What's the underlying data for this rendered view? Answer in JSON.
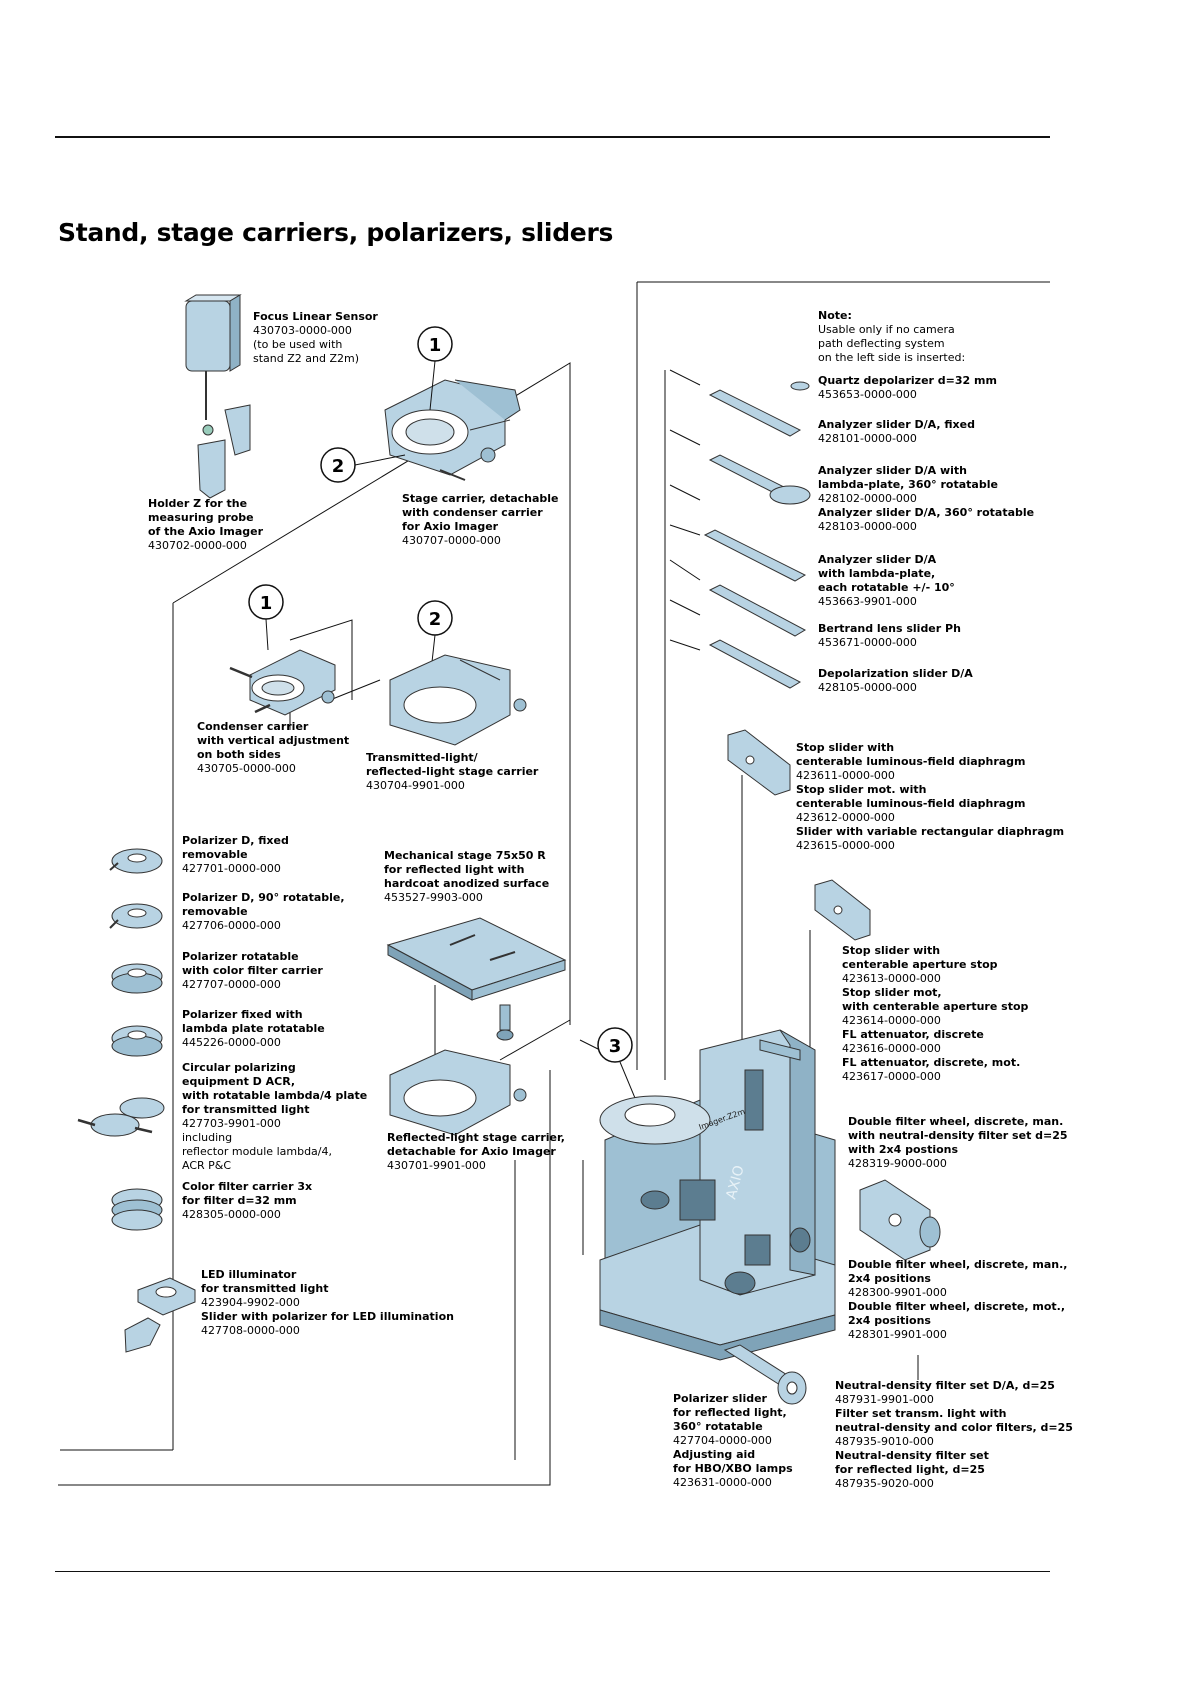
{
  "title": "Stand, stage carriers, polarizers, sliders",
  "colors": {
    "part_fill": "#b8d3e3",
    "part_dark": "#5c7d90",
    "line": "#111111"
  },
  "callouts": [
    "1",
    "2",
    "1",
    "2",
    "3"
  ],
  "labels": [
    {
      "id": "focus-linear-sensor",
      "lines": [
        {
          "t": "Focus Linear Sensor",
          "b": true
        },
        {
          "t": "430703-0000-000",
          "b": false
        },
        {
          "t": "(to be used with",
          "b": false
        },
        {
          "t": "stand Z2 and Z2m)",
          "b": false
        }
      ]
    },
    {
      "id": "holder-z",
      "lines": [
        {
          "t": "Holder Z for the",
          "b": true
        },
        {
          "t": "measuring probe",
          "b": true
        },
        {
          "t": "of the Axio Imager",
          "b": true
        },
        {
          "t": "430702-0000-000",
          "b": false
        }
      ]
    },
    {
      "id": "stage-carrier-detachable",
      "lines": [
        {
          "t": "Stage carrier, detachable",
          "b": true
        },
        {
          "t": "with condenser carrier",
          "b": true
        },
        {
          "t": "for Axio Imager",
          "b": true
        },
        {
          "t": "430707-0000-000",
          "b": false
        }
      ]
    },
    {
      "id": "condenser-carrier",
      "lines": [
        {
          "t": "Condenser carrier",
          "b": true
        },
        {
          "t": "with vertical adjustment",
          "b": true
        },
        {
          "t": "on both sides",
          "b": true
        },
        {
          "t": "430705-0000-000",
          "b": false
        }
      ]
    },
    {
      "id": "transmitted-reflected-stage-carrier",
      "lines": [
        {
          "t": "Transmitted-light/",
          "b": true
        },
        {
          "t": "reflected-light stage carrier",
          "b": true
        },
        {
          "t": "430704-9901-000",
          "b": false
        }
      ]
    },
    {
      "id": "polarizer-d-fixed",
      "lines": [
        {
          "t": "Polarizer D, fixed",
          "b": true
        },
        {
          "t": "removable",
          "b": true
        },
        {
          "t": "427701-0000-000",
          "b": false
        }
      ]
    },
    {
      "id": "polarizer-d-90",
      "lines": [
        {
          "t": "Polarizer D, 90° rotatable,",
          "b": true
        },
        {
          "t": "removable",
          "b": true
        },
        {
          "t": "427706-0000-000",
          "b": false
        }
      ]
    },
    {
      "id": "polarizer-rotatable",
      "lines": [
        {
          "t": "Polarizer rotatable",
          "b": true
        },
        {
          "t": "with color filter carrier",
          "b": true
        },
        {
          "t": "427707-0000-000",
          "b": false
        }
      ]
    },
    {
      "id": "polarizer-fixed-lambda",
      "lines": [
        {
          "t": "Polarizer fixed with",
          "b": true
        },
        {
          "t": "lambda plate rotatable",
          "b": true
        },
        {
          "t": "445226-0000-000",
          "b": false
        }
      ]
    },
    {
      "id": "circular-polarizing",
      "lines": [
        {
          "t": "Circular polarizing",
          "b": true
        },
        {
          "t": "equipment D ACR,",
          "b": true
        },
        {
          "t": "with rotatable lambda/4 plate",
          "b": true
        },
        {
          "t": "for transmitted light",
          "b": true
        },
        {
          "t": "427703-9901-000",
          "b": false
        },
        {
          "t": "including",
          "b": false
        },
        {
          "t": "reflector module lambda/4,",
          "b": false
        },
        {
          "t": "ACR P&C",
          "b": false
        }
      ]
    },
    {
      "id": "color-filter-carrier",
      "lines": [
        {
          "t": "Color filter carrier 3x",
          "b": true
        },
        {
          "t": "for filter d=32 mm",
          "b": true
        },
        {
          "t": "428305-0000-000",
          "b": false
        }
      ]
    },
    {
      "id": "led-illuminator",
      "lines": [
        {
          "t": "LED illuminator",
          "b": true
        },
        {
          "t": "for transmitted light",
          "b": true
        },
        {
          "t": "423904-9902-000",
          "b": false
        },
        {
          "t": "Slider with polarizer for LED illumination",
          "b": true
        },
        {
          "t": "427708-0000-000",
          "b": false
        }
      ]
    },
    {
      "id": "mechanical-stage",
      "lines": [
        {
          "t": "Mechanical stage 75x50 R",
          "b": true
        },
        {
          "t": "for reflected light with",
          "b": true
        },
        {
          "t": "hardcoat anodized surface",
          "b": true
        },
        {
          "t": "453527-9903-000",
          "b": false
        }
      ]
    },
    {
      "id": "reflected-light-stage-carrier",
      "lines": [
        {
          "t": "Reflected-light stage carrier,",
          "b": true
        },
        {
          "t": "detachable for Axio Imager",
          "b": true
        },
        {
          "t": "430701-9901-000",
          "b": false
        }
      ]
    },
    {
      "id": "note",
      "lines": [
        {
          "t": "Note:",
          "b": true
        },
        {
          "t": "Usable only if no camera",
          "b": false
        },
        {
          "t": "path deflecting system",
          "b": false
        },
        {
          "t": "on the left side is inserted:",
          "b": false
        }
      ]
    },
    {
      "id": "quartz-depolarizer",
      "lines": [
        {
          "t": "Quartz depolarizer d=32 mm",
          "b": true
        },
        {
          "t": "453653-0000-000",
          "b": false
        }
      ]
    },
    {
      "id": "analyzer-fixed",
      "lines": [
        {
          "t": "Analyzer slider D/A, fixed",
          "b": true
        },
        {
          "t": "428101-0000-000",
          "b": false
        }
      ]
    },
    {
      "id": "analyzer-lambda-360",
      "lines": [
        {
          "t": "Analyzer slider D/A with",
          "b": true
        },
        {
          "t": "lambda-plate, 360° rotatable",
          "b": true
        },
        {
          "t": "428102-0000-000",
          "b": false
        },
        {
          "t": "Analyzer slider D/A, 360° rotatable",
          "b": true
        },
        {
          "t": "428103-0000-000",
          "b": false
        }
      ]
    },
    {
      "id": "analyzer-lambda-10",
      "lines": [
        {
          "t": "Analyzer slider D/A",
          "b": true
        },
        {
          "t": "with lambda-plate,",
          "b": true
        },
        {
          "t": "each rotatable +/- 10°",
          "b": true
        },
        {
          "t": "453663-9901-000",
          "b": false
        }
      ]
    },
    {
      "id": "bertrand-lens",
      "lines": [
        {
          "t": "Bertrand lens slider Ph",
          "b": true
        },
        {
          "t": "453671-0000-000",
          "b": false
        }
      ]
    },
    {
      "id": "depolarization-slider",
      "lines": [
        {
          "t": "Depolarization slider D/A",
          "b": true
        },
        {
          "t": "428105-0000-000",
          "b": false
        }
      ]
    },
    {
      "id": "stop-slider-luminous",
      "lines": [
        {
          "t": "Stop slider with",
          "b": true
        },
        {
          "t": "centerable luminous-field diaphragm",
          "b": true
        },
        {
          "t": "423611-0000-000",
          "b": false
        },
        {
          "t": "Stop slider mot. with",
          "b": true
        },
        {
          "t": "centerable luminous-field diaphragm",
          "b": true
        },
        {
          "t": "423612-0000-000",
          "b": false
        },
        {
          "t": "Slider with variable rectangular diaphragm",
          "b": true
        },
        {
          "t": "423615-0000-000",
          "b": false
        }
      ]
    },
    {
      "id": "stop-slider-aperture",
      "lines": [
        {
          "t": "Stop slider with",
          "b": true
        },
        {
          "t": "centerable aperture stop",
          "b": true
        },
        {
          "t": "423613-0000-000",
          "b": false
        },
        {
          "t": "Stop slider mot,",
          "b": true
        },
        {
          "t": "with centerable aperture stop",
          "b": true
        },
        {
          "t": "423614-0000-000",
          "b": false
        },
        {
          "t": "FL attenuator, discrete",
          "b": true
        },
        {
          "t": "423616-0000-000",
          "b": false
        },
        {
          "t": "FL attenuator, discrete, mot.",
          "b": true
        },
        {
          "t": "423617-0000-000",
          "b": false
        }
      ]
    },
    {
      "id": "double-filter-wheel-nd",
      "lines": [
        {
          "t": "Double filter wheel, discrete, man.",
          "b": true
        },
        {
          "t": "with neutral-density filter set d=25",
          "b": true
        },
        {
          "t": "with 2x4 postions",
          "b": true
        },
        {
          "t": "428319-9000-000",
          "b": false
        }
      ]
    },
    {
      "id": "double-filter-wheel",
      "lines": [
        {
          "t": "Double filter wheel, discrete, man.,",
          "b": true
        },
        {
          "t": "2x4 positions",
          "b": true
        },
        {
          "t": "428300-9901-000",
          "b": false
        },
        {
          "t": "Double filter wheel, discrete, mot.,",
          "b": true
        },
        {
          "t": "2x4 positions",
          "b": true
        },
        {
          "t": "428301-9901-000",
          "b": false
        }
      ]
    },
    {
      "id": "polarizer-slider-reflected",
      "lines": [
        {
          "t": "Polarizer slider",
          "b": true
        },
        {
          "t": "for reflected light,",
          "b": true
        },
        {
          "t": "360° rotatable",
          "b": true
        },
        {
          "t": "427704-0000-000",
          "b": false
        },
        {
          "t": "Adjusting aid",
          "b": true
        },
        {
          "t": "for HBO/XBO lamps",
          "b": true
        },
        {
          "t": "423631-0000-000",
          "b": false
        }
      ]
    },
    {
      "id": "neutral-density-sets",
      "lines": [
        {
          "t": "Neutral-density filter set D/A, d=25",
          "b": true
        },
        {
          "t": "487931-9901-000",
          "b": false
        },
        {
          "t": "Filter set transm. light with",
          "b": true
        },
        {
          "t": "neutral-density and color filters, d=25",
          "b": true
        },
        {
          "t": "487935-9010-000",
          "b": false
        },
        {
          "t": "Neutral-density filter set",
          "b": true
        },
        {
          "t": "for reflected light, d=25",
          "b": true
        },
        {
          "t": "487935-9020-000",
          "b": false
        }
      ]
    }
  ],
  "microscope_text": {
    "brand": "AXIO",
    "model": "Imager.Z2m"
  }
}
